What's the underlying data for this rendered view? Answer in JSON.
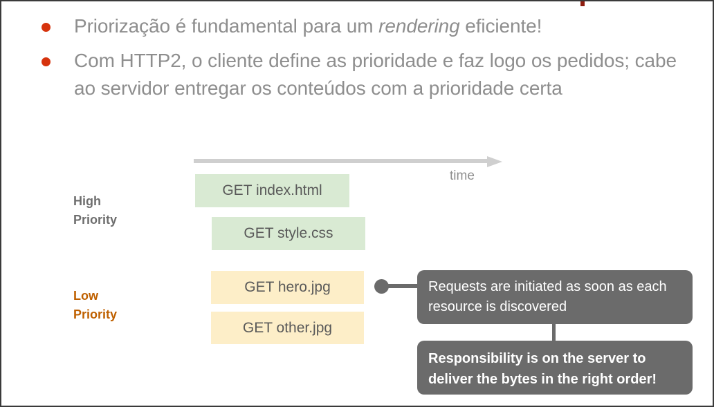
{
  "slide": {
    "background_color": "#ffffff",
    "border_color": "#3a3a3a",
    "top_tick_color": "#8f1d10"
  },
  "bullets": {
    "dot_color": "#d6330d",
    "text_color": "#8e8e8e",
    "items": [
      {
        "before_italic": "Priorização é fundamental para um ",
        "italic": "rendering",
        "after_italic": " eficiente!"
      },
      {
        "before_italic": "Com HTTP2, o cliente define as prioridade e faz logo os pedidos; cabe ao servidor entregar os conteúdos com a prioridade certa",
        "italic": "",
        "after_italic": ""
      }
    ]
  },
  "diagram": {
    "time_axis": {
      "label": "time",
      "arrow_color": "#cfcfcf",
      "icon": "arrow-right-icon"
    },
    "priority_labels": [
      {
        "line1": "High",
        "line2": "Priority",
        "color": "#6e6e6e"
      },
      {
        "line1": "Low",
        "line2": "Priority",
        "color": "#bf6000"
      }
    ],
    "requests": [
      {
        "label": "GET index.html",
        "priority": "high",
        "color": "#d9ead3"
      },
      {
        "label": "GET style.css",
        "priority": "high",
        "color": "#d9ead3"
      },
      {
        "label": "GET hero.jpg",
        "priority": "low",
        "color": "#fdeec8"
      },
      {
        "label": "GET other.jpg",
        "priority": "low",
        "color": "#fdeec8"
      }
    ],
    "connector_color": "#6b6b6b",
    "callouts": [
      {
        "text": "Requests are initiated as soon as each resource is discovered",
        "bold": false,
        "background": "#6b6b6b"
      },
      {
        "text": "Responsibility is on the server to deliver the bytes in the right order!",
        "bold": true,
        "background": "#6b6b6b"
      }
    ]
  }
}
